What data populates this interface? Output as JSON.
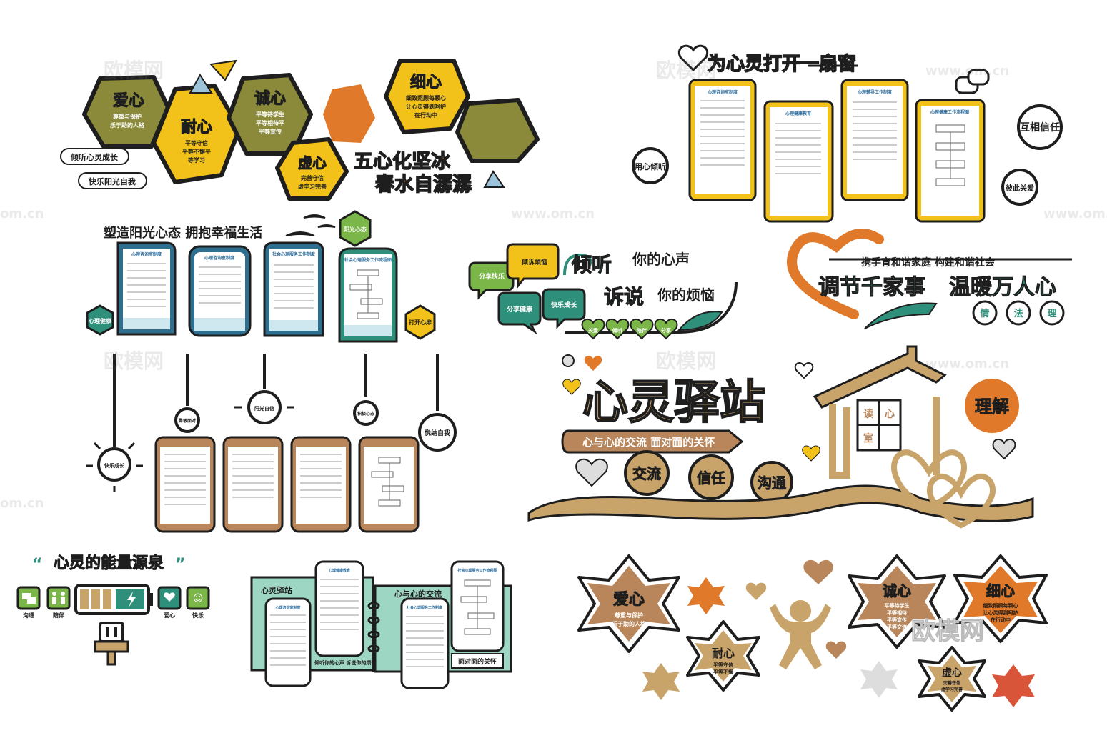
{
  "watermark": {
    "brand": "欧模网",
    "url": "www.om.cn",
    "url_left": "om.cn"
  },
  "colors": {
    "olive": "#8a8a3a",
    "yellow": "#f2c21a",
    "orange": "#e07a2a",
    "teal": "#2e8f7a",
    "tan": "#c9a46a",
    "brown": "#b8865a",
    "dark": "#1e1e1e",
    "mint": "#9ed6c4",
    "red": "#d9553a",
    "green": "#7ab648"
  },
  "p1": {
    "hexes": [
      {
        "title": "爱心",
        "lines": [
          "尊重与保护",
          "乐于助的人格"
        ]
      },
      {
        "title": "耐心",
        "lines": [
          "平等守信",
          "平等不懈平",
          "等学习"
        ]
      },
      {
        "title": "诚心",
        "lines": [
          "平等待学生",
          "平等相待平",
          "平等宣传"
        ]
      },
      {
        "title": "虚心",
        "lines": [
          "完善守信",
          "虚学习完善"
        ]
      },
      {
        "title": "细心",
        "lines": [
          "细致照顾每颗心",
          "让心灵得到呵护",
          "在行动中"
        ]
      }
    ],
    "side_labels": [
      "倾听心灵成长",
      "快乐阳光自我"
    ],
    "slogan1": "五心化坚冰",
    "slogan2": "春水自潺潺"
  },
  "p2": {
    "title": "为心灵打开一扇窗",
    "badges": [
      "用心倾听",
      "互相信任",
      "彼此关爱"
    ],
    "boards": [
      "心理咨询室制度",
      "心理健康教育",
      "心理辅导工作制度",
      "心理健康工作流程图"
    ]
  },
  "p3": {
    "title": "塑造阳光心态 拥抱幸福生活",
    "badge_top": "阳光心态",
    "badges": [
      "心理健康",
      "打开心扉"
    ],
    "boards": [
      "心理咨询室制度",
      "心理咨询室制度",
      "社会心理服务工作制度",
      "社会心理服务工作流程图"
    ],
    "bulbs": [
      "快乐成长",
      "勇敢面对",
      "阳光自信",
      "积极心态",
      "悦纳自我"
    ]
  },
  "p4": {
    "title_1": "倾听",
    "title_1b": "你的心声",
    "title_2": "诉说",
    "title_2b": "你的烦恼",
    "bubbles": [
      "分享快乐",
      "倾诉烦恼",
      "分享健康",
      "快乐成长"
    ],
    "hearts": [
      "关爱",
      "倾听",
      "陪伴",
      "分享"
    ]
  },
  "p5": {
    "top": "携手育和谐家庭 构建和谐社会",
    "main1": "调节千家事",
    "main2": "温暖万人心",
    "circles": [
      "情",
      "法",
      "理"
    ]
  },
  "p6": {
    "title": "心灵驿站",
    "sub": "心与心的交流 面对面的关怀",
    "circles": [
      "交流",
      "信任",
      "沟通"
    ],
    "house": [
      "读",
      "心",
      "室"
    ],
    "badge": "理解"
  },
  "p7": {
    "title": "心灵的能量源泉",
    "icons": [
      "沟通",
      "陪伴",
      "电量",
      "爱心",
      "快乐"
    ]
  },
  "p8": {
    "left": "心灵驿站",
    "mid": "心与心的交流",
    "bottom_left": "倾听你的心声 诉说你的烦恼",
    "bottom_right": "面对面的关怀",
    "boards": [
      "心理咨询室制度",
      "心理健康教育",
      "社会心理服务工作制度",
      "社会心理服务工作流程图"
    ]
  },
  "p9": {
    "stars": [
      {
        "title": "爱心",
        "lines": [
          "尊重与保护",
          "乐于助的人格"
        ]
      },
      {
        "title": "耐心",
        "lines": [
          "平等守信",
          "平等不懈"
        ]
      },
      {
        "title": "诚心",
        "lines": [
          "平等待学生",
          "平等相待",
          "平等宣传",
          "平等交流"
        ]
      },
      {
        "title": "细心",
        "lines": [
          "细致照顾每颗心",
          "让心灵得到呵护",
          "在行动中"
        ]
      },
      {
        "title": "虚心",
        "lines": [
          "完善守信",
          "虚学习完善"
        ]
      }
    ]
  }
}
